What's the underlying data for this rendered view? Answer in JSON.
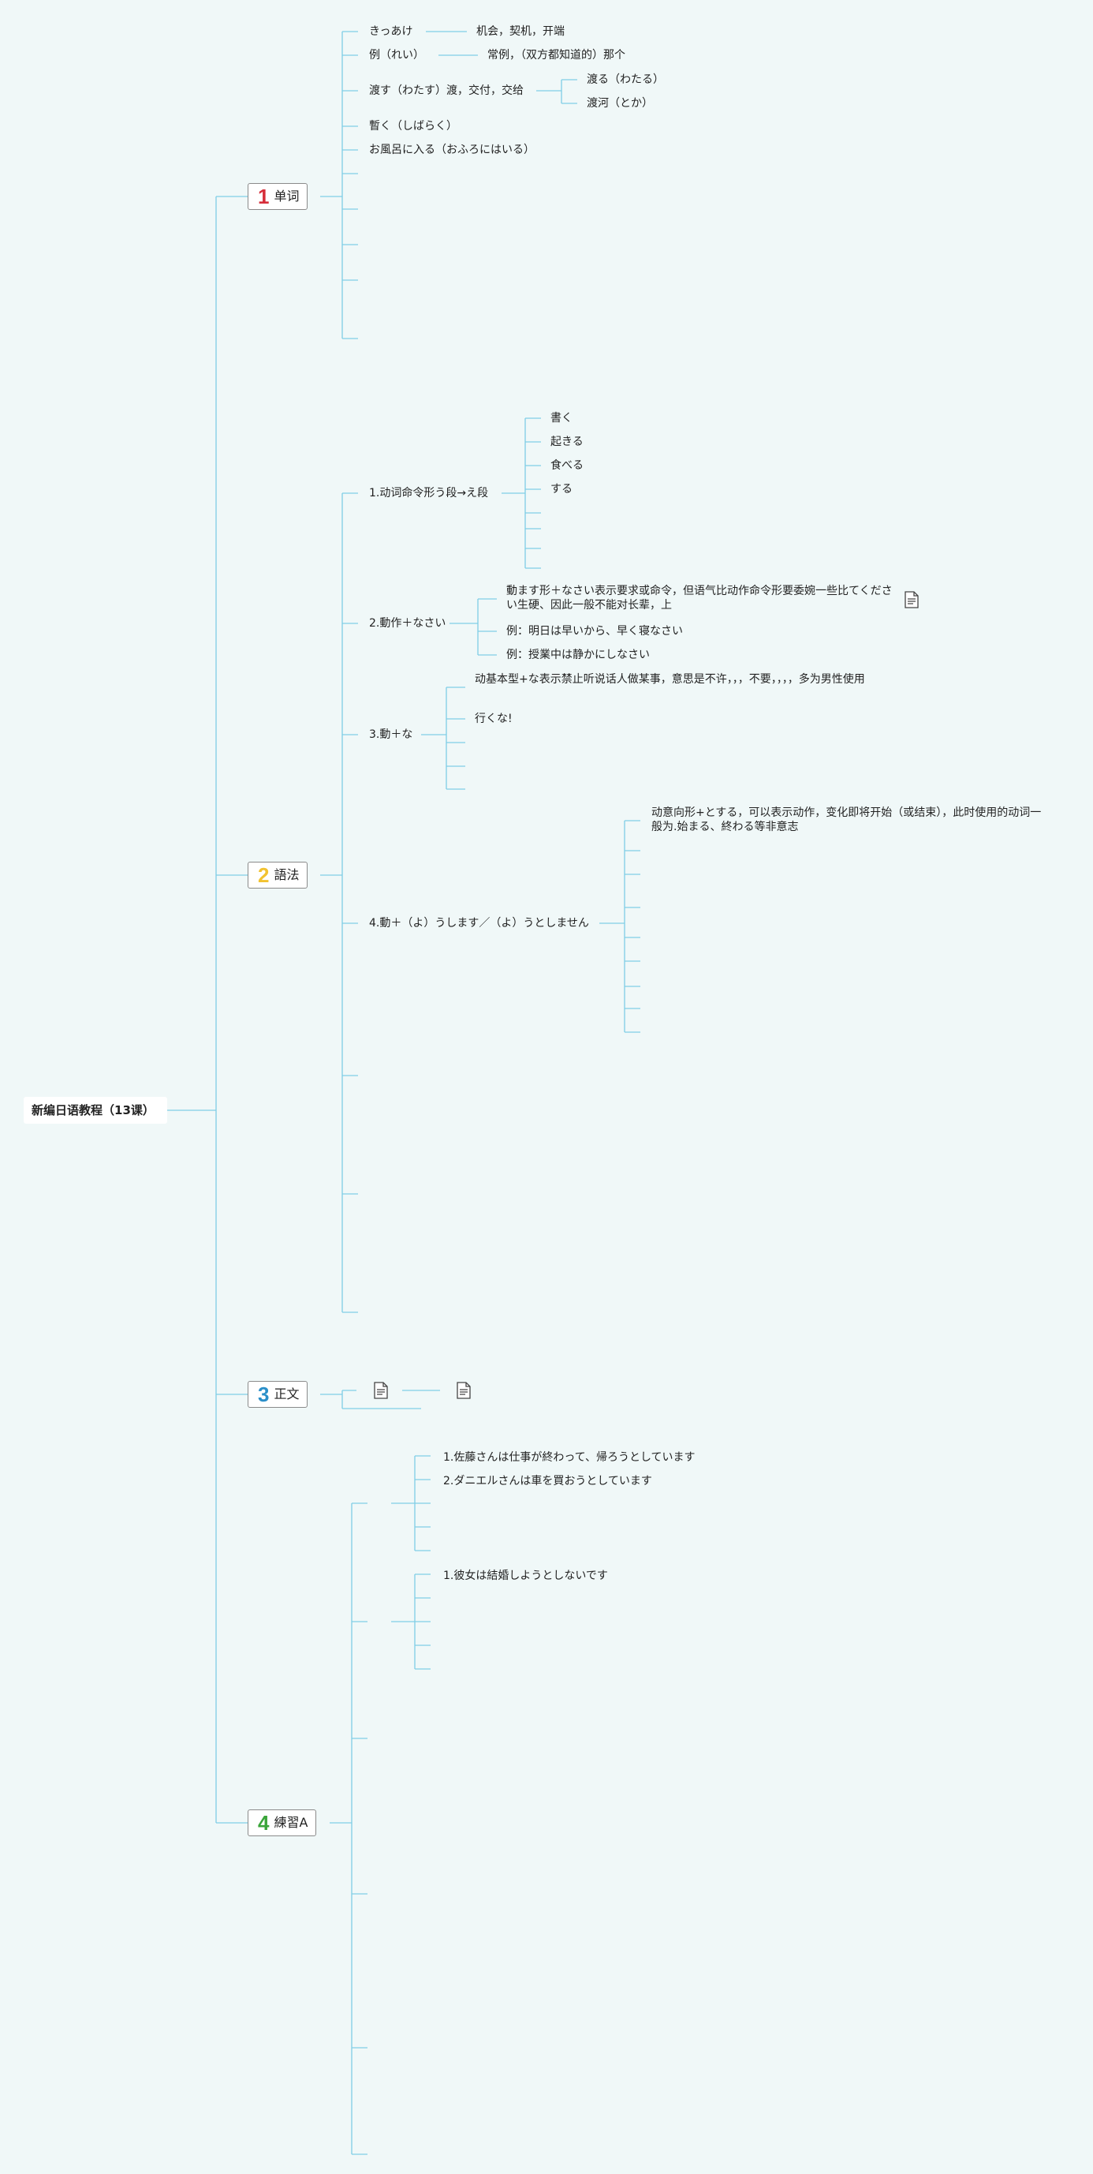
{
  "colors": {
    "background": "#f0f8f8",
    "line": "#7fcde6",
    "num1": "#d62e3a",
    "num2": "#f2c230",
    "num3": "#2a8fc9",
    "num4": "#3aa53a"
  },
  "root": {
    "label": "新编日语教程（13课）"
  },
  "topics": [
    {
      "num": "1",
      "label": "单词"
    },
    {
      "num": "2",
      "label": "語法"
    },
    {
      "num": "3",
      "label": "正文"
    },
    {
      "num": "4",
      "label": "練習A"
    }
  ],
  "vocab": [
    {
      "word": "きっあけ",
      "meaning": "机会，契机，开端"
    },
    {
      "word": "例（れい）",
      "meaning": "常例，（双方都知道的）那个"
    },
    {
      "word": "渡す（わたす）渡，交付，交给",
      "subs": [
        "渡る（わたる）",
        "渡河（とか）"
      ]
    },
    {
      "word": "暫く（しばらく）"
    },
    {
      "word": "お風呂に入る（おふろにはいる）"
    }
  ],
  "grammar": [
    {
      "title": "1.动词命令形う段→え段",
      "items": [
        "書く",
        "起きる",
        "食べる",
        "する"
      ]
    },
    {
      "title": "2.動作＋なさい",
      "items": [
        "動ます形＋なさい表示要求或命令，但语气比动作命令形要委婉一些比てください生硬、因此一般不能对长辈，上",
        "例：明日は早いから、早く寝なさい",
        "例：授業中は静かにしなさい"
      ]
    },
    {
      "title": "3.動＋な",
      "items": [
        "动基本型+な表示禁止听说话人做某事，意思是不许，，，不要，，，，多为男性使用",
        "行くな!"
      ]
    },
    {
      "title": "4.動＋（よ）うします／（よ）うとしません",
      "items": [
        "动意向形+とする，可以表示动作，变化即将开始（或结束），此时使用的动词一般为.始まる、終わる等非意志"
      ]
    }
  ],
  "practice": [
    {
      "items": [
        "1.佐藤さんは仕事が終わって、帰ろうとしています",
        "2.ダニエルさんは車を買おうとしています"
      ]
    },
    {
      "items": [
        "1.彼女は結婚しようとしないです"
      ]
    }
  ],
  "icons": [
    "document-icon",
    "document-icon",
    "document-icon"
  ]
}
